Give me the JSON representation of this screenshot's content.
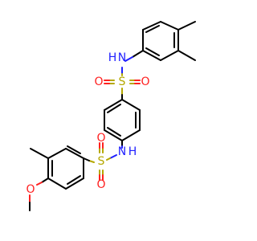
{
  "molecule": {
    "colors": {
      "carbon_bond": "#000000",
      "nitrogen": "#1f1fff",
      "oxygen": "#ff2020",
      "sulfur": "#b5a800"
    },
    "labels": {
      "n_top": "N",
      "h_top": "H",
      "s_top": "S",
      "o_top_left": "O",
      "o_top_right": "O",
      "n_bottom": "N",
      "h_bottom": "H",
      "s_bottom": "S",
      "o_bottom_left": "O",
      "o_bottom_right": "O",
      "o_methoxy": "O"
    }
  }
}
